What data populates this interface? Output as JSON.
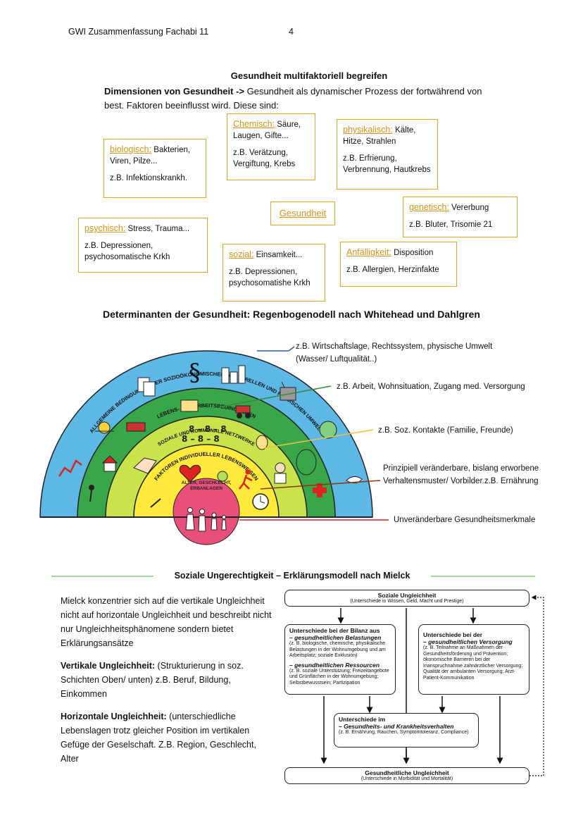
{
  "header": {
    "title": "GWI Zusammenfassung Fachabi 11",
    "page": "4"
  },
  "section1": {
    "title": "Gesundheit multifaktoriell begreifen",
    "intro_bold": "Dimensionen von Gesundheit ->",
    "intro_text": " Gesundheit als dynamischer Prozess der fortwährend von",
    "intro_line2": "best. Faktoren beeinflusst wird. Diese sind:",
    "center": "Gesundheit",
    "factors": {
      "biologisch": {
        "key": "biologisch:",
        "desc": " Bakterien, Viren, Pilze...",
        "example": "z.B. Infektionskrankh."
      },
      "chemisch": {
        "key": "Chemisch:",
        "desc": " Säure, Laugen, Gifte...",
        "example": "z.B. Verätzung, Vergiftung, Krebs"
      },
      "physikalisch": {
        "key": "physikalisch:",
        "desc": " Kälte, Hitze, Strahlen",
        "example": "z.B. Erfrierung, Verbrennung, Hautkrebs"
      },
      "genetisch": {
        "key": "genetisch:",
        "desc": " Vererbung",
        "example": "z.B. Bluter, Trisomie 21"
      },
      "psychisch": {
        "key": "psychisch:",
        "desc": " Stress, Trauma...",
        "example": "z.B. Depressionen, psychosomatische Krkh"
      },
      "sozial": {
        "key": "sozial:",
        "desc": " Einsamkeit...",
        "example": "z.B. Depressionen, psychosomatishe Krkh"
      },
      "anfaelligkeit": {
        "key": "Anfälligkeit:",
        "desc": " Disposition",
        "example": "z.B. Allergien, Herzinfakte"
      }
    }
  },
  "section2": {
    "title": "Determinanten der Gesundheit: Regenbogenodell nach Whitehead und Dahlgren",
    "ring_labels": {
      "outer": "ALLGEMEINE BEDINGUNGEN DER SOZIOÖKONOMISCHEN, KULTURELLEN UND PHYSISCHEN UMWELT",
      "second": "LEBENS- UND ARBEITSBEDINGUNGEN",
      "third": "SOZIALE UND KOMMUNALE NETZWERKE",
      "fourth": "FAKTOREN INDIVIDUELLER LEBENSWEISEN",
      "core": "ALTER, GESCHLECHT, ERBANLAGEN"
    },
    "annotations": {
      "a1_l1": "z.B. Wirtschaftslage, Rechtssystem, physische Umwelt",
      "a1_l2": "(Wasser/ Luftqualität..)",
      "a2": "z.B. Arbeit, Wohnsituation, Zugang med. Versorgung",
      "a3": "z.B. Soz. Kontakte (Familie, Freunde)",
      "a4_l1": "Prinzipiell veränderbare, bislang erworbene",
      "a4_l2": "Verhaltensmuster/ Vorbilder.z.B. Ernährung",
      "a5": "Unveränderbare Gesundheitsmerkmale"
    },
    "colors": {
      "outer": "#5db8e6",
      "second": "#3aa64a",
      "third": "#c9e34a",
      "fourth": "#ffe93a",
      "core": "#e84f7a"
    }
  },
  "section3": {
    "title": "Soziale Ungerechtigkeit – Erklärungsmodell nach Mielck",
    "p1": "Mielck konzentrier sich auf die vertikale Ungleichheit nicht auf horizontale Ungleichheit und beschreibt nicht nur Ungleichheitsphänomene sondern bietet Erklärungsansätze",
    "p2_bold": "Vertikale Ungleichheit:",
    "p2_text": " (Strukturierung in soz. Schichten Oben/ unten) z.B. Beruf, Bildung, Einkommen",
    "p3_bold": "Horizontale Ungleichheit:",
    "p3_text": " (unterschiedliche Lebenslagen trotz gleicher Position im vertikalen Gefüge der Geselschaft. Z.B. Region, Geschlecht, Alter",
    "model": {
      "top_title": "Soziale Ungleichheit",
      "top_sub": "(Unterschiede in Wissen, Geld, Macht und Prestige)",
      "left_title": "Unterschiede bei der Bilanz aus",
      "left_s1": "– gesundheitlichen Belastungen",
      "left_t1": "(z. B. biologische, chemische, physikalische Belastungen in der Wohnumgebung und am Arbeitsplatz; soziale Exklusion)",
      "left_s2": "– gesundheitlichen Ressourcen",
      "left_t2": "(z. B. soziale Unterstützung; Freizeitangebote und Grünflächen in der Wohnumgebung; Selbstbewusstsein; Partizipation",
      "right_title": "Unterschiede bei der",
      "right_s1": "– gesundheitlichen Versorgung",
      "right_t1": "(z. B. Teilnahme an Maßnahmen der Gesundheitsförderung und Prävention; ökonomische Barrieren bei der Inanspruchnahme zahnärztlicher Versorgung; Qualität der ambulanten Versorgung; Arzt- Patient-Kommunikation",
      "mid_title": "Unterschiede im",
      "mid_s1": "– Gesundheits- und Krankheitsverhalten",
      "mid_t1": "(z. B. Ernährung, Rauchen, Symptomtoleranz, Compliance)",
      "bottom_title": "Gesundheitliche Ungleichheit",
      "bottom_sub": "(Unterschiede in Morbidität und Mortalität)"
    }
  }
}
